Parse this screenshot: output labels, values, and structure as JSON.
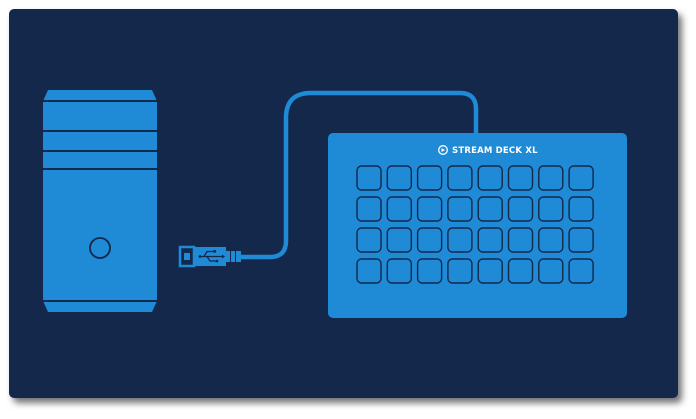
{
  "device": {
    "brand_label": "STREAM DECK XL",
    "key_grid": {
      "rows": 4,
      "columns": 8
    }
  },
  "colors": {
    "background": "#13284a",
    "device_fill": "#1f8ad6",
    "device_outline": "#13284a",
    "cable": "#1f8ad6",
    "frame_border": "#ffffff"
  },
  "icons": {
    "computer": "desktop-tower-icon",
    "usb": "usb-symbol-icon",
    "logo": "elgato-logo-icon"
  }
}
